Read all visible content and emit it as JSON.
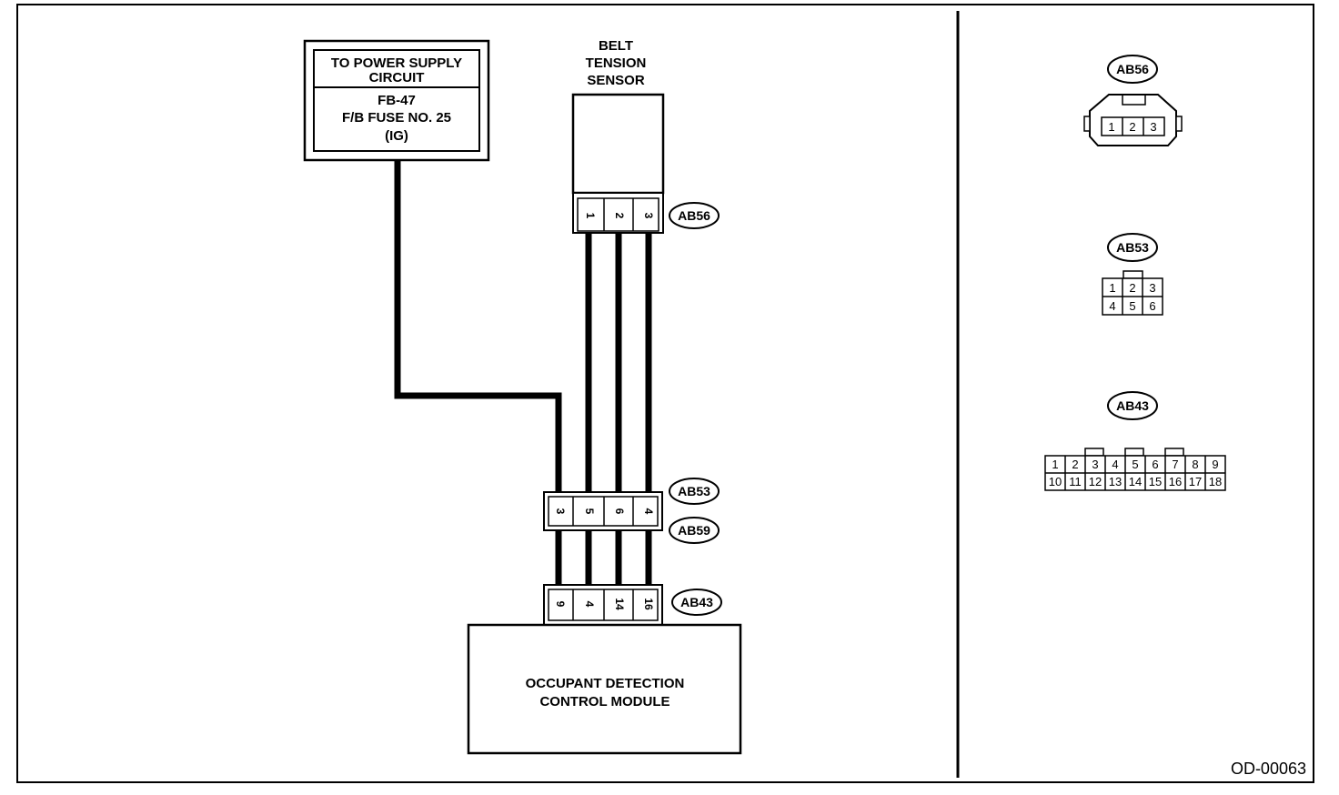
{
  "power_box": {
    "line1": "TO POWER SUPPLY",
    "line2": "CIRCUIT",
    "line3": "FB-47",
    "line4": "F/B FUSE NO. 25",
    "line5": "(IG)"
  },
  "sensor": {
    "line1": "BELT",
    "line2": "TENSION",
    "line3": "SENSOR"
  },
  "module": {
    "line1": "OCCUPANT DETECTION",
    "line2": "CONTROL MODULE"
  },
  "connectors": {
    "ab56": {
      "label": "AB56",
      "pins": [
        "1",
        "2",
        "3"
      ]
    },
    "ab53": {
      "label": "AB53",
      "pins": [
        "3",
        "5",
        "6",
        "4"
      ]
    },
    "ab59": {
      "label": "AB59"
    },
    "ab43": {
      "label": "AB43",
      "pins": [
        "9",
        "4",
        "14",
        "16"
      ]
    }
  },
  "connector_views": {
    "ab56": {
      "label": "AB56",
      "pins": [
        "1",
        "2",
        "3"
      ]
    },
    "ab53": {
      "label": "AB53",
      "row1": [
        "1",
        "2",
        "3"
      ],
      "row2": [
        "4",
        "5",
        "6"
      ]
    },
    "ab43": {
      "label": "AB43",
      "row1": [
        "1",
        "2",
        "3",
        "4",
        "5",
        "6",
        "7",
        "8",
        "9"
      ],
      "row2": [
        "10",
        "11",
        "12",
        "13",
        "14",
        "15",
        "16",
        "17",
        "18"
      ]
    }
  },
  "doc_id": "OD-00063"
}
